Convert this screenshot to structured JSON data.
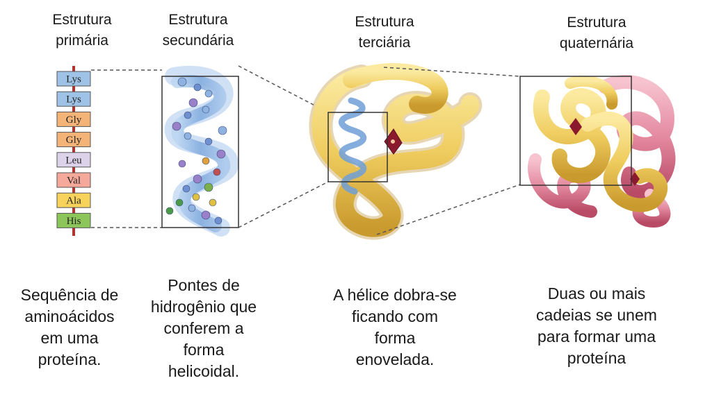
{
  "headings": {
    "primary": [
      "Estrutura",
      "primária"
    ],
    "secondary": [
      "Estrutura",
      "secundária"
    ],
    "tertiary": [
      "Estrutura",
      "terciária"
    ],
    "quaternary": [
      "Estrutura",
      "quaternária"
    ]
  },
  "amino_acids": [
    {
      "label": "Lys",
      "color": "#9ec3e6"
    },
    {
      "label": "Lys",
      "color": "#9ec3e6"
    },
    {
      "label": "Gly",
      "color": "#f4b478"
    },
    {
      "label": "Gly",
      "color": "#f4b478"
    },
    {
      "label": "Leu",
      "color": "#dcd3ea"
    },
    {
      "label": "Val",
      "color": "#f5a99a"
    },
    {
      "label": "Ala",
      "color": "#f7d35c"
    },
    {
      "label": "His",
      "color": "#8cc65a"
    }
  ],
  "captions": {
    "primary": [
      "Sequência de",
      "aminoácidos",
      "em uma",
      "proteína."
    ],
    "secondary": [
      "Pontes de",
      "hidrogênio que",
      "conferem a",
      "forma",
      "helicoidal."
    ],
    "tertiary": [
      "A hélice dobra-se",
      "ficando com",
      "forma",
      "enovelada."
    ],
    "quaternary": [
      "Duas ou mais",
      "cadeias se unem",
      "para formar uma",
      "proteína"
    ]
  },
  "colors": {
    "chain": "#b2342e",
    "helix_ribbon": "#6f9fd8",
    "tertiary_ribbon": "#f1d266",
    "quaternary_chain_b": "#e48aa0",
    "frame": "#444444"
  }
}
